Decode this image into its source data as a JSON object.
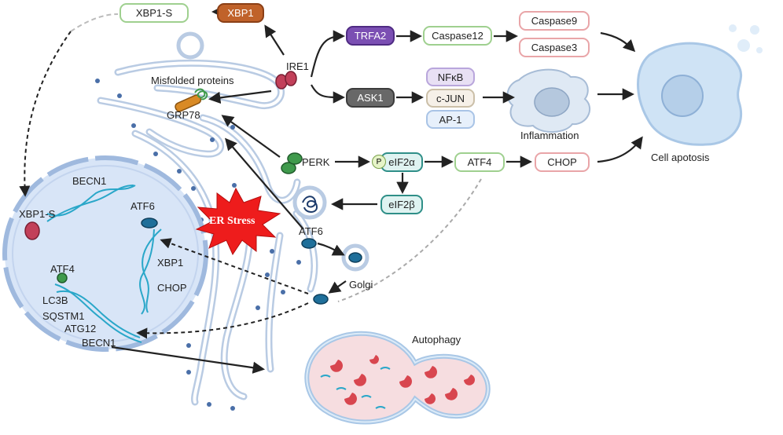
{
  "labels": {
    "xbp1s_top": "XBP1-S",
    "xbp1_top": "XBP1",
    "ire1": "IRE1",
    "misfolded": "Misfolded proteins",
    "grp78": "GRP78",
    "trfa2": "TRFA2",
    "caspase12": "Caspase12",
    "caspase9": "Caspase9",
    "caspase3": "Caspase3",
    "ask1": "ASK1",
    "nfkb": "NFκB",
    "cjun": "c-JUN",
    "ap1": "AP-1",
    "inflammation": "Inflammation",
    "cell_apotosis": "Cell apotosis",
    "perk": "PERK",
    "p": "P",
    "eif2a": "eIF2α",
    "atf4_path": "ATF4",
    "chop_path": "CHOP",
    "eif2b": "eIF2β",
    "er_stress": "ER Stress",
    "atf6_er": "ATF6",
    "golgi": "Golgi",
    "autophagy": "Autophagy",
    "nuc_becn1_top": "BECN1",
    "nuc_xbp1s": "XBP1-S",
    "nuc_atf6": "ATF6",
    "nuc_xbp1": "XBP1",
    "nuc_chop": "CHOP",
    "nuc_atf4": "ATF4",
    "nuc_lc3b": "LC3B",
    "nuc_sqstm1": "SQSTM1",
    "nuc_atg12": "ATG12",
    "nuc_becn1_bottom": "BECN1"
  },
  "colors": {
    "er_membrane": "#b9cbe3",
    "nucleus_fill": "#d8e5f7",
    "dna": "#2aa7c9",
    "ire1": "#c2405a",
    "perk": "#3f9a4c",
    "atf6": "#1f6f9a",
    "grp78": "#d98a25",
    "stress_star": "#ee1c1c",
    "autophagy_fill": "#f6dde0",
    "cell_fill": "#cfe3f5"
  }
}
